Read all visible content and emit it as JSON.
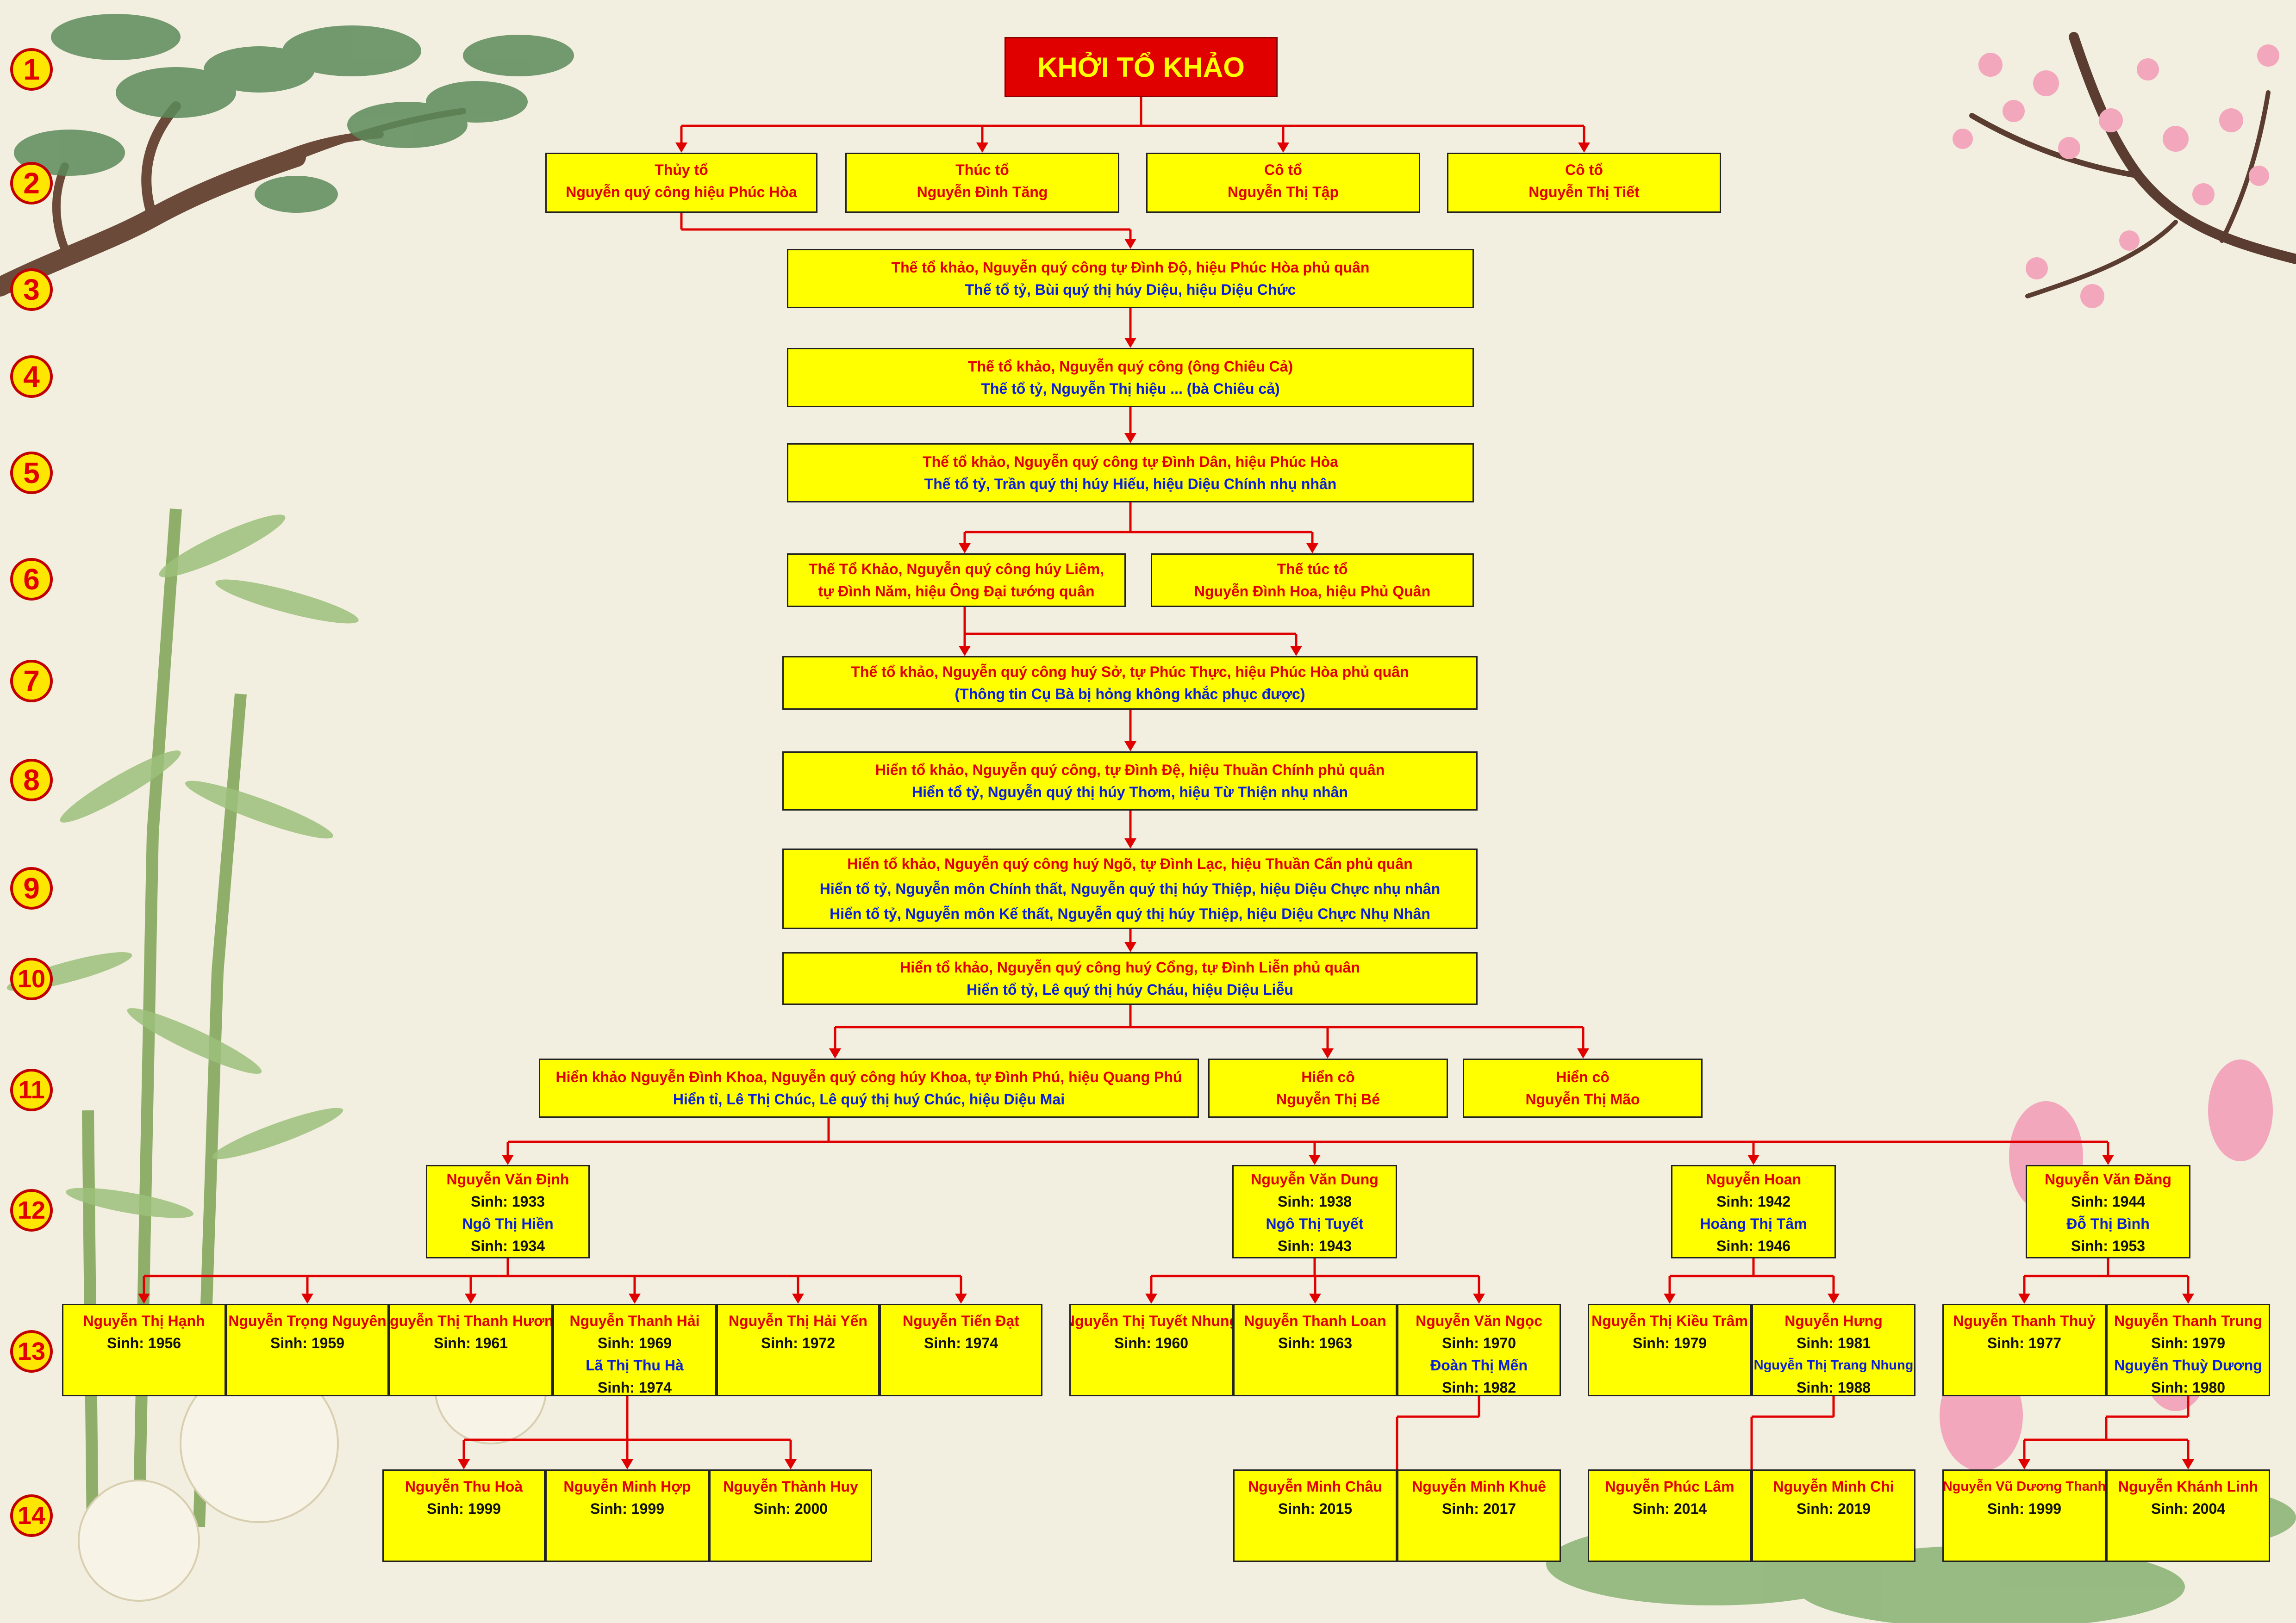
{
  "title": "KHỞI TỔ KHẢO",
  "generations": [
    "1",
    "2",
    "3",
    "4",
    "5",
    "6",
    "7",
    "8",
    "9",
    "10",
    "11",
    "12",
    "13",
    "14"
  ],
  "colors": {
    "background": "#f3efe0",
    "box": "#ffff00",
    "red_text": "#e00000",
    "blue_text": "#0a1fd6",
    "line": "#e00000"
  },
  "gen2": [
    {
      "l1": "Thủy tổ",
      "l2": "Nguyễn quý công hiệu Phúc Hòa"
    },
    {
      "l1": "Thúc tổ",
      "l2": "Nguyễn Đình Tăng"
    },
    {
      "l1": "Cô tổ",
      "l2": "Nguyễn Thị Tập"
    },
    {
      "l1": "Cô tổ",
      "l2": "Nguyễn Thị Tiết"
    }
  ],
  "gen3": {
    "l1": "Thế tổ khảo, Nguyễn quý công tự Đình Độ, hiệu Phúc Hòa phủ quân",
    "l2": "Thế tổ tỷ, Bùi quý thị húy Diệu, hiệu Diệu Chức"
  },
  "gen4": {
    "l1": "Thế tổ khảo, Nguyễn quý công (ông Chiêu Cả)",
    "l2": "Thế tổ tỷ, Nguyễn Thị hiệu ... (bà Chiêu cả)"
  },
  "gen5": {
    "l1": "Thế tổ khảo, Nguyễn quý công tự Đình Dân, hiệu Phúc Hòa",
    "l2": "Thế tổ tỷ, Trần quý thị húy Hiếu, hiệu Diệu Chính nhụ nhân"
  },
  "gen6": [
    {
      "l1": "Thế Tổ Khảo, Nguyễn quý công húy Liêm,",
      "l2": "tự Đình Năm, hiệu Ông Đại tướng quân"
    },
    {
      "l1": "Thế túc tổ",
      "l2": "Nguyễn Đình Hoa, hiệu Phủ Quân"
    }
  ],
  "gen7": {
    "l1": "Thế tổ khảo, Nguyễn quý công huý Sở, tự Phúc Thực, hiệu Phúc Hòa phủ quân",
    "l2": "(Thông tin Cụ Bà bị hỏng không khắc phục được)"
  },
  "gen8": {
    "l1": "Hiển tổ khảo, Nguyễn quý công, tự Đình Đệ, hiệu Thuần Chính phủ quân",
    "l2": "Hiển tổ tỷ, Nguyễn quý thị húy Thơm, hiệu Từ Thiện nhụ nhân"
  },
  "gen9": {
    "l1": "Hiển tổ khảo, Nguyễn quý công huý Ngõ, tự Đình Lạc, hiệu Thuần Cẩn phủ quân",
    "l2": "Hiển tổ tỷ, Nguyễn môn Chính thất, Nguyễn quý thị húy Thiệp, hiệu Diệu Chực nhụ nhân",
    "l3": "Hiển tổ tỷ, Nguyễn môn Kế thất, Nguyễn quý thị húy Thiệp, hiệu Diệu Chực Nhụ Nhân"
  },
  "gen10": {
    "l1": "Hiển tổ khảo, Nguyễn quý công huý Cổng, tự Đình Liễn phủ quân",
    "l2": "Hiển tổ tỷ, Lê quý thị húy Cháu, hiệu Diệu Liễu"
  },
  "gen11": [
    {
      "l1": "Hiển khảo Nguyễn Đình Khoa, Nguyễn quý công húy Khoa, tự Đình Phú, hiệu Quang Phú",
      "l2": "Hiển tỉ, Lê Thị Chúc, Lê quý thị huý Chúc, hiệu Diệu Mai"
    },
    {
      "l1": "Hiển cô",
      "l2": "Nguyễn Thị Bé"
    },
    {
      "l1": "Hiển cô",
      "l2": "Nguyễn Thị Mão"
    }
  ],
  "gen12": [
    {
      "name": "Nguyễn Văn Định",
      "birth": "Sinh: 1933",
      "spouse": "Ngô Thị Hiền",
      "spouse_birth": "Sinh: 1934"
    },
    {
      "name": "Nguyễn Văn Dung",
      "birth": "Sinh: 1938",
      "spouse": "Ngô Thị Tuyết",
      "spouse_birth": "Sinh: 1943"
    },
    {
      "name": "Nguyễn Hoan",
      "birth": "Sinh: 1942",
      "spouse": "Hoàng Thị Tâm",
      "spouse_birth": "Sinh: 1946"
    },
    {
      "name": "Nguyễn Văn Đăng",
      "birth": "Sinh: 1944",
      "spouse": "Đỗ Thị Bình",
      "spouse_birth": "Sinh: 1953"
    }
  ],
  "gen13": [
    {
      "name": "Nguyễn Thị Hạnh",
      "birth": "Sinh: 1956"
    },
    {
      "name": "Nguyễn Trọng Nguyên",
      "birth": "Sinh: 1959"
    },
    {
      "name": "Nguyễn Thị Thanh Hương",
      "birth": "Sinh: 1961"
    },
    {
      "name": "Nguyễn Thanh Hải",
      "birth": "Sinh: 1969",
      "spouse": "Lã Thị Thu Hà",
      "spouse_birth": "Sinh: 1974"
    },
    {
      "name": "Nguyễn Thị Hải Yến",
      "birth": "Sinh: 1972"
    },
    {
      "name": "Nguyễn Tiến Đạt",
      "birth": "Sinh: 1974"
    },
    {
      "name": "Nguyễn Thị Tuyết Nhung",
      "birth": "Sinh: 1960"
    },
    {
      "name": "Nguyễn Thanh Loan",
      "birth": "Sinh: 1963"
    },
    {
      "name": "Nguyễn Văn Ngọc",
      "birth": "Sinh: 1970",
      "spouse": "Đoàn Thị Mến",
      "spouse_birth": "Sinh: 1982"
    },
    {
      "name": "Nguyễn Thị Kiều Trâm",
      "birth": "Sinh: 1979"
    },
    {
      "name": "Nguyễn Hưng",
      "birth": "Sinh: 1981",
      "spouse": "Nguyễn Thị Trang Nhung",
      "spouse_birth": "Sinh: 1988"
    },
    {
      "name": "Nguyễn Thanh Thuỷ",
      "birth": "Sinh: 1977"
    },
    {
      "name": "Nguyễn Thanh Trung",
      "birth": "Sinh: 1979",
      "spouse": "Nguyễn Thuỳ Dương",
      "spouse_birth": "Sinh: 1980"
    }
  ],
  "gen14": [
    {
      "name": "Nguyễn Thu Hoà",
      "birth": "Sinh: 1999"
    },
    {
      "name": "Nguyễn Minh Hợp",
      "birth": "Sinh: 1999"
    },
    {
      "name": "Nguyễn Thành Huy",
      "birth": "Sinh: 2000"
    },
    {
      "name": "Nguyễn Minh  Châu",
      "birth": "Sinh: 2015"
    },
    {
      "name": "Nguyễn Minh Khuê",
      "birth": "Sinh: 2017"
    },
    {
      "name": "Nguyễn Phúc Lâm",
      "birth": "Sinh: 2014"
    },
    {
      "name": "Nguyễn Minh Chi",
      "birth": "Sinh: 2019"
    },
    {
      "name": "Nguyễn Vũ Dương Thanh",
      "birth": "Sinh: 1999"
    },
    {
      "name": "Nguyễn Khánh Linh",
      "birth": "Sinh: 2004"
    }
  ]
}
